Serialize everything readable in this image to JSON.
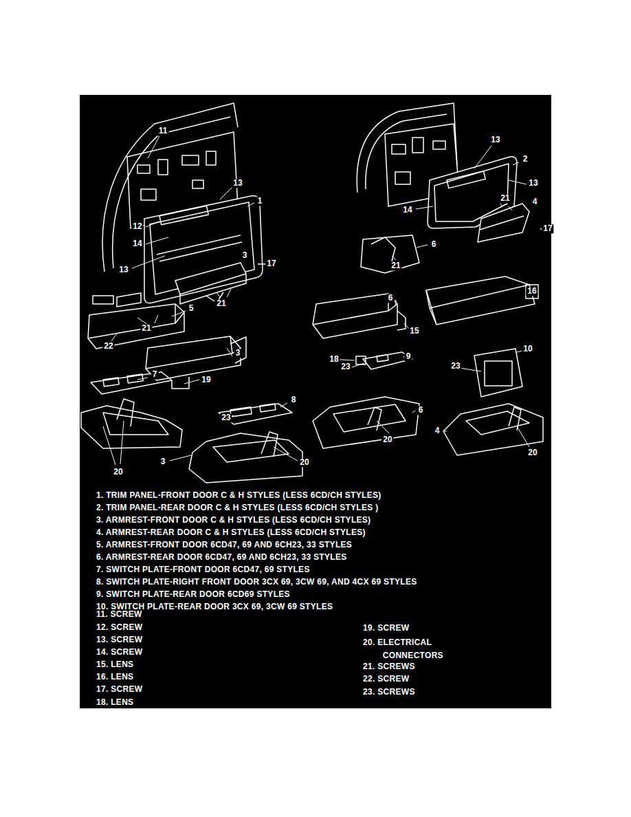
{
  "diagram": {
    "labels": [
      "11",
      "13",
      "1",
      "12",
      "14",
      "13",
      "3",
      "17",
      "21",
      "5",
      "21",
      "22",
      "3",
      "19",
      "7",
      "8",
      "23",
      "20",
      "20",
      "3",
      "13",
      "2",
      "13",
      "14",
      "21",
      "4",
      "17",
      "6",
      "21",
      "6",
      "16",
      "15",
      "18",
      "23",
      "9",
      "10",
      "23",
      "6",
      "20",
      "4",
      "20",
      "1. TRIM PANEL-FRONT DOOR C & H STYLES (LESS 6CD/CH STYLES)",
      "2. TRIM PANEL-REAR DOOR C & H STYLES (LESS 6CD/CH STYLES )",
      "3. ARMREST-FRONT DOOR C & H STYLES (LESS 6CD/CH STYLES)",
      "4. ARMREST-REAR DOOR C & H STYLES (LESS 6CD/CH STYLES)",
      "5. ARMREST-FRONT DOOR 6CD47, 69 AND 6CH23, 33 STYLES",
      "6. ARMREST-REAR DOOR 6CD47, 69 AND 6CH23, 33 STYLES",
      "7. SWITCH PLATE-FRONT DOOR 6CD47, 69 STYLES",
      "8. SWITCH PLATE-RIGHT FRONT DOOR 3CX 69, 3CW 69, AND 4CX 69 STYLES",
      "9. SWITCH PLATE-REAR DOOR 6CD69 STYLES",
      "10. SWITCH PLATE-REAR DOOR 3CX 69, 3CW 69 STYLES",
      "11. SCREW",
      "12. SCREW",
      "13. SCREW",
      "14. SCREW",
      "15. LENS",
      "16. LENS",
      "17. SCREW",
      "18. LENS",
      "19. SCREW",
      "20. ELECTRICAL CONNECTORS",
      "21. SCREWS",
      "22. SCREW",
      "23. SCREWS"
    ]
  }
}
